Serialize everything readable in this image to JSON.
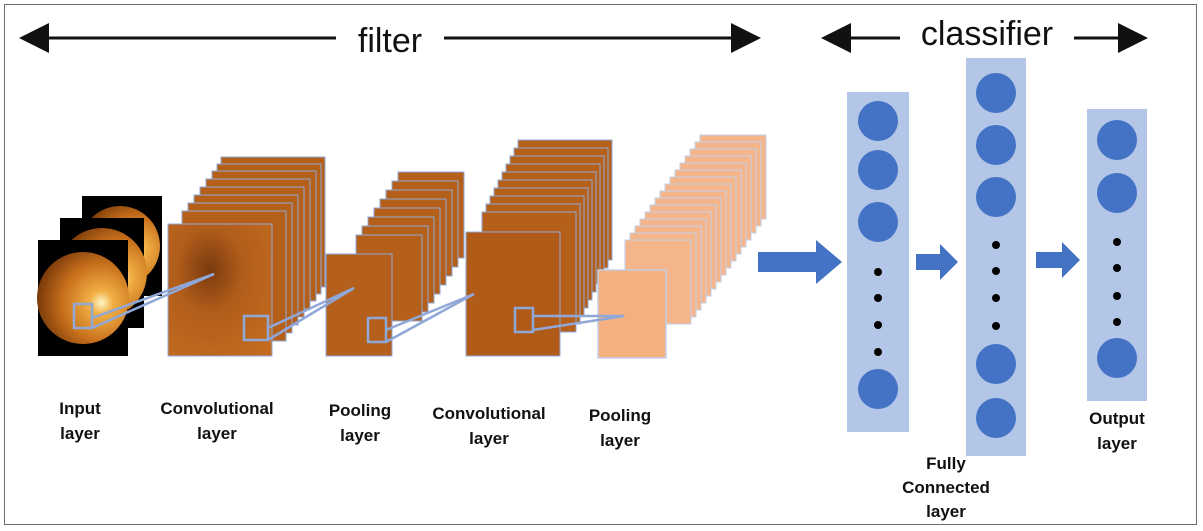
{
  "header": {
    "filter_label": "filter",
    "classifier_label": "classifier"
  },
  "layers": {
    "input": {
      "line1": "Input",
      "line2": "layer"
    },
    "conv1": {
      "line1": "Convolutional",
      "line2": "layer"
    },
    "pool1": {
      "line1": "Pooling",
      "line2": "layer"
    },
    "conv2": {
      "line1": "Convolutional",
      "line2": "layer"
    },
    "pool2": {
      "line1": "Pooling",
      "line2": "layer"
    },
    "fully_connected": {
      "line1": "Fully",
      "line2": "Connected",
      "line3": "layer"
    },
    "output": {
      "line1": "Output",
      "line2": "layer"
    }
  },
  "colors": {
    "feature_map": "#b5601a",
    "feature_map_edge": "#8fa8d8",
    "pooled_light": "#f5b58a",
    "neuron_column": "#b3c6e7",
    "neuron": "#4472c4",
    "arrow": "#4472c4"
  }
}
